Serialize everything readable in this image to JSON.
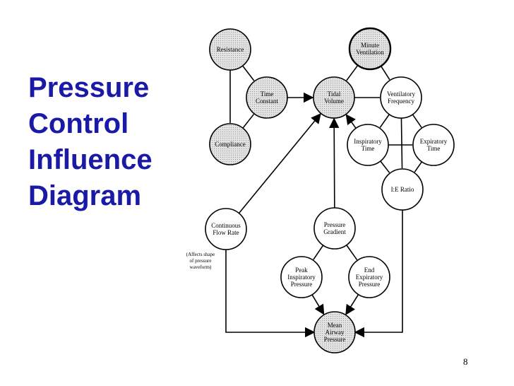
{
  "title": {
    "lines": [
      "Pressure",
      " Control",
      "Influence",
      " Diagram"
    ],
    "color": "#1a1aa6"
  },
  "page_number": "8",
  "diagram": {
    "nodes": [
      {
        "key": "resistance",
        "lines": [
          "Resistance"
        ],
        "fill": "shaded"
      },
      {
        "key": "time_constant",
        "lines": [
          "Time",
          "Constant"
        ],
        "fill": "shaded"
      },
      {
        "key": "compliance",
        "lines": [
          "Compliance"
        ],
        "fill": "shaded"
      },
      {
        "key": "minute_ventilation",
        "lines": [
          "Minute",
          "Ventilation"
        ],
        "fill": "shaded"
      },
      {
        "key": "tidal_volume",
        "lines": [
          "Tidal",
          "Volume"
        ],
        "fill": "shaded"
      },
      {
        "key": "ventilatory_frequency",
        "lines": [
          "Ventilatory",
          "Frequency"
        ],
        "fill": "white"
      },
      {
        "key": "inspiratory_time",
        "lines": [
          "Inspiratory",
          "Time"
        ],
        "fill": "white"
      },
      {
        "key": "expiratory_time",
        "lines": [
          "Expiratory",
          "Time"
        ],
        "fill": "white"
      },
      {
        "key": "ie_ratio",
        "lines": [
          "I:E Ratio"
        ],
        "fill": "white"
      },
      {
        "key": "continuous_flow_rate",
        "lines": [
          "Continuous",
          "Flow Rate"
        ],
        "fill": "white"
      },
      {
        "key": "pressure_gradient",
        "lines": [
          "Pressure",
          "Gradient"
        ],
        "fill": "white"
      },
      {
        "key": "peak_inspiratory_pressure",
        "lines": [
          "Peak",
          "Inspiratory",
          "Pressure"
        ],
        "fill": "white"
      },
      {
        "key": "end_expiratory_pressure",
        "lines": [
          "End",
          "Expiratory",
          "Pressure"
        ],
        "fill": "white"
      },
      {
        "key": "mean_airway_pressure",
        "lines": [
          "Mean",
          "Airway",
          "Pressure"
        ],
        "fill": "shaded"
      }
    ],
    "note_lines": [
      "(Affects shape",
      "of pressure",
      "waveform)"
    ],
    "edges": [
      {
        "from": "resistance",
        "to": "compliance",
        "arrow": false
      },
      {
        "from": "resistance",
        "to": "time_constant",
        "arrow": false
      },
      {
        "from": "compliance",
        "to": "time_constant",
        "arrow": false
      },
      {
        "from": "time_constant",
        "to": "tidal_volume",
        "arrow": true
      },
      {
        "from": "minute_ventilation",
        "to": "tidal_volume",
        "arrow": false
      },
      {
        "from": "minute_ventilation",
        "to": "ventilatory_frequency",
        "arrow": false
      },
      {
        "from": "tidal_volume",
        "to": "ventilatory_frequency",
        "arrow": false
      },
      {
        "from": "inspiratory_time",
        "to": "tidal_volume",
        "arrow": true
      },
      {
        "from": "ventilatory_frequency",
        "to": "inspiratory_time",
        "arrow": false
      },
      {
        "from": "ventilatory_frequency",
        "to": "expiratory_time",
        "arrow": false
      },
      {
        "from": "inspiratory_time",
        "to": "expiratory_time",
        "arrow": false
      },
      {
        "from": "inspiratory_time",
        "to": "ie_ratio",
        "arrow": false
      },
      {
        "from": "expiratory_time",
        "to": "ie_ratio",
        "arrow": false
      },
      {
        "from": "ventilatory_frequency",
        "to": "ie_ratio",
        "arrow": false
      },
      {
        "from": "continuous_flow_rate",
        "to": "tidal_volume",
        "arrow": true
      },
      {
        "from": "pressure_gradient",
        "to": "tidal_volume",
        "arrow": true
      },
      {
        "from": "pressure_gradient",
        "to": "peak_inspiratory_pressure",
        "arrow": false
      },
      {
        "from": "pressure_gradient",
        "to": "end_expiratory_pressure",
        "arrow": false
      },
      {
        "from": "peak_inspiratory_pressure",
        "to": "mean_airway_pressure",
        "arrow": true
      },
      {
        "from": "end_expiratory_pressure",
        "to": "mean_airway_pressure",
        "arrow": true
      },
      {
        "from": "continuous_flow_rate",
        "to": "mean_airway_pressure",
        "arrow": true,
        "route": "elbow-left"
      },
      {
        "from": "ie_ratio",
        "to": "mean_airway_pressure",
        "arrow": true,
        "route": "elbow-right"
      }
    ]
  }
}
